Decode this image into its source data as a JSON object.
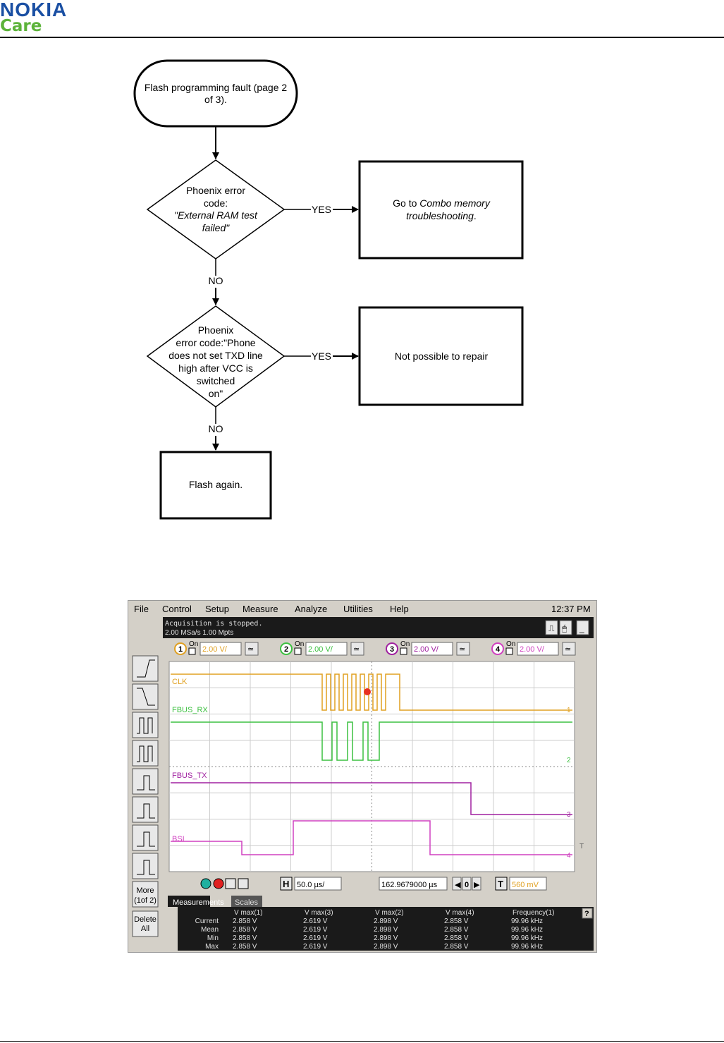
{
  "header": {
    "brand": "NOKIA",
    "sub_brand": "Care"
  },
  "flowchart": {
    "start": {
      "line1": "Flash programming fault (page 2",
      "line2": "of 3)."
    },
    "decision1": {
      "line1": "Phoenix error",
      "line2": "code:",
      "line3": "\"External RAM test",
      "line4": "failed\""
    },
    "decision1_yes": "YES",
    "decision1_no": "NO",
    "box1": {
      "prefix": "Go to ",
      "italic": "Combo memory",
      "line2": "troubleshooting",
      "line2_end": "."
    },
    "decision2": {
      "line1": "Phoenix",
      "line2": "error code:\"Phone",
      "line3": "does not set TXD line",
      "line4": "high after VCC is",
      "line5": "switched",
      "line6": "on\""
    },
    "decision2_yes": "YES",
    "decision2_no": "NO",
    "box2": "Not possible to repair",
    "box3": "Flash again."
  },
  "scope": {
    "menu": [
      "File",
      "Control",
      "Setup",
      "Measure",
      "Analyze",
      "Utilities",
      "Help"
    ],
    "clock": "12:37 PM",
    "status_line1": "Acquisition is stopped.",
    "status_line2": "2.00 MSa/s   1.00 Mpts",
    "channels": [
      {
        "num": "1",
        "on": "On",
        "scale": "2.00 V/",
        "color": "#e0a020"
      },
      {
        "num": "2",
        "on": "On",
        "scale": "2.00 V/",
        "color": "#3cc040"
      },
      {
        "num": "3",
        "on": "On",
        "scale": "2.00 V/",
        "color": "#a020a0"
      },
      {
        "num": "4",
        "on": "On",
        "scale": "2.00 V/",
        "color": "#d040c0"
      }
    ],
    "traces": [
      {
        "label": "CLK",
        "marker": "1"
      },
      {
        "label": "FBUS_RX",
        "marker": "2"
      },
      {
        "label": "FBUS_TX",
        "marker": "3"
      },
      {
        "label": "BSI",
        "marker": "4"
      }
    ],
    "trigger_label": "T",
    "side_buttons": {
      "more": "More",
      "more2": "(1of 2)",
      "delete": "Delete",
      "delete2": "All"
    },
    "horizontal": {
      "label": "H",
      "value": "50.0 µs/"
    },
    "delay": "162.9679000 µs",
    "delay_zero": "0",
    "trigger": {
      "label": "T",
      "value": "560 mV"
    },
    "tabs": [
      "Measurements",
      "Scales"
    ],
    "meas_headers": [
      "V max(1)",
      "V max(3)",
      "V max(2)",
      "V max(4)",
      "Frequency(1)"
    ],
    "meas_rows": [
      {
        "name": "Current",
        "values": [
          "2.858 V",
          "2.619 V",
          "2.898 V",
          "2.858 V",
          "99.96 kHz"
        ]
      },
      {
        "name": "Mean",
        "values": [
          "2.858 V",
          "2.619 V",
          "2.898 V",
          "2.858 V",
          "99.96 kHz"
        ]
      },
      {
        "name": "Min",
        "values": [
          "2.858 V",
          "2.619 V",
          "2.898 V",
          "2.858 V",
          "99.96 kHz"
        ]
      },
      {
        "name": "Max",
        "values": [
          "2.858 V",
          "2.619 V",
          "2.898 V",
          "2.858 V",
          "99.96 kHz"
        ]
      }
    ],
    "help": "?"
  }
}
